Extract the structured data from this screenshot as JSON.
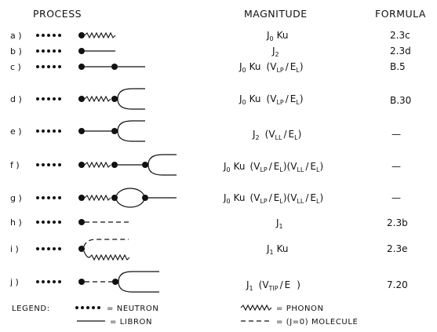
{
  "headers": {
    "process": "PROCESS",
    "magnitude": "MAGNITUDE",
    "formula": "FORMULA"
  },
  "rows": [
    {
      "label": "a )",
      "formula": "2.3c"
    },
    {
      "label": "b )",
      "formula": "2.3d"
    },
    {
      "label": "c )",
      "formula": "B.5"
    },
    {
      "label": "d )",
      "formula": "B.30"
    },
    {
      "label": "e )",
      "formula": "—"
    },
    {
      "label": "f )",
      "formula": "—"
    },
    {
      "label": "g )",
      "formula": "—"
    },
    {
      "label": "h )",
      "formula": "2.3b"
    },
    {
      "label": "i )",
      "formula": "2.3e"
    },
    {
      "label": "j )",
      "formula": "7.20"
    }
  ],
  "magnitude_text": {
    "J": "J",
    "Ku": "Ku",
    "E": "E",
    "V": "V",
    "sub_0": "0",
    "sub_1": "1",
    "sub_2": "2",
    "sub_LP": "LP",
    "sub_LL": "LL",
    "sub_L": "L",
    "sub_TIP": "TIP",
    "open": "(",
    "close": ")",
    "slash": "/"
  },
  "legend": {
    "title": "LEGEND:",
    "neutron": "= NEUTRON",
    "libron": "= LIBRON",
    "phonon": "= PHONON",
    "molecule": "= (J=0) MOLECULE"
  }
}
